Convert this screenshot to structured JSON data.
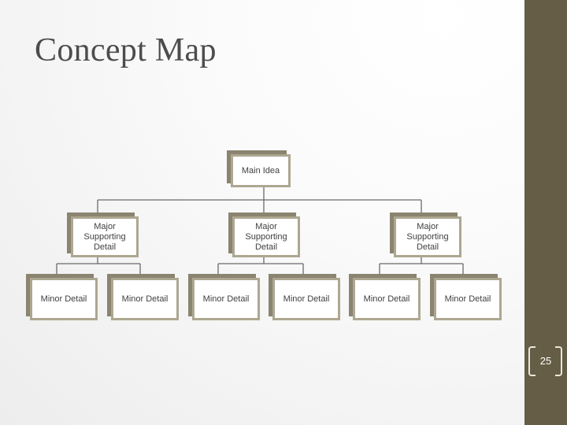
{
  "slide": {
    "title": "Concept Map",
    "page_number": "25"
  },
  "map": {
    "main": "Main Idea",
    "majors": [
      {
        "label": "Major Supporting Detail"
      },
      {
        "label": "Major Supporting Detail"
      },
      {
        "label": "Major Supporting Detail"
      }
    ],
    "minors": [
      {
        "label": "Minor Detail"
      },
      {
        "label": "Minor Detail"
      },
      {
        "label": "Minor Detail"
      },
      {
        "label": "Minor Detail"
      },
      {
        "label": "Minor Detail"
      },
      {
        "label": "Minor Detail"
      }
    ]
  },
  "colors": {
    "sidebar": "#655d45",
    "node_shadow": "#8a8470",
    "node_border": "#ada791",
    "connector": "#6a6a6a"
  }
}
